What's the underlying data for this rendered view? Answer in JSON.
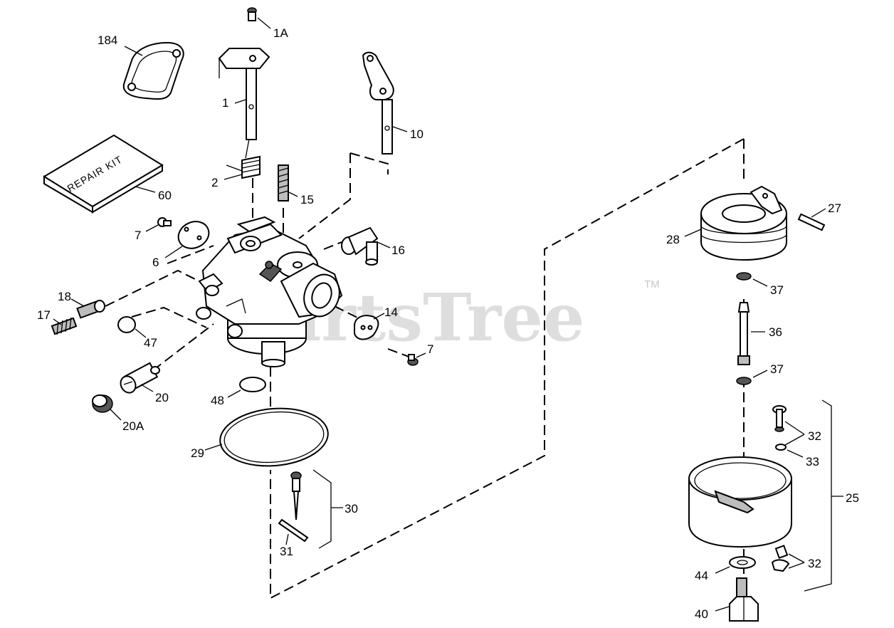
{
  "watermark": {
    "text": "PartsTree",
    "tm": "TM"
  },
  "repair_kit_text": "REPAIR KIT",
  "labels": {
    "l1A": "1A",
    "l184": "184",
    "l1": "1",
    "l10": "10",
    "l2": "2",
    "l15": "15",
    "l60": "60",
    "l7a": "7",
    "l6": "6",
    "l16": "16",
    "l18": "18",
    "l17": "17",
    "l47": "47",
    "l14": "14",
    "l7b": "7",
    "l20": "20",
    "l48": "48",
    "l20A": "20A",
    "l29": "29",
    "l30": "30",
    "l31": "31",
    "l27": "27",
    "l28": "28",
    "l37a": "37",
    "l36": "36",
    "l37b": "37",
    "l32a": "32",
    "l33": "33",
    "l25": "25",
    "l32b": "32",
    "l44": "44",
    "l40": "40"
  }
}
